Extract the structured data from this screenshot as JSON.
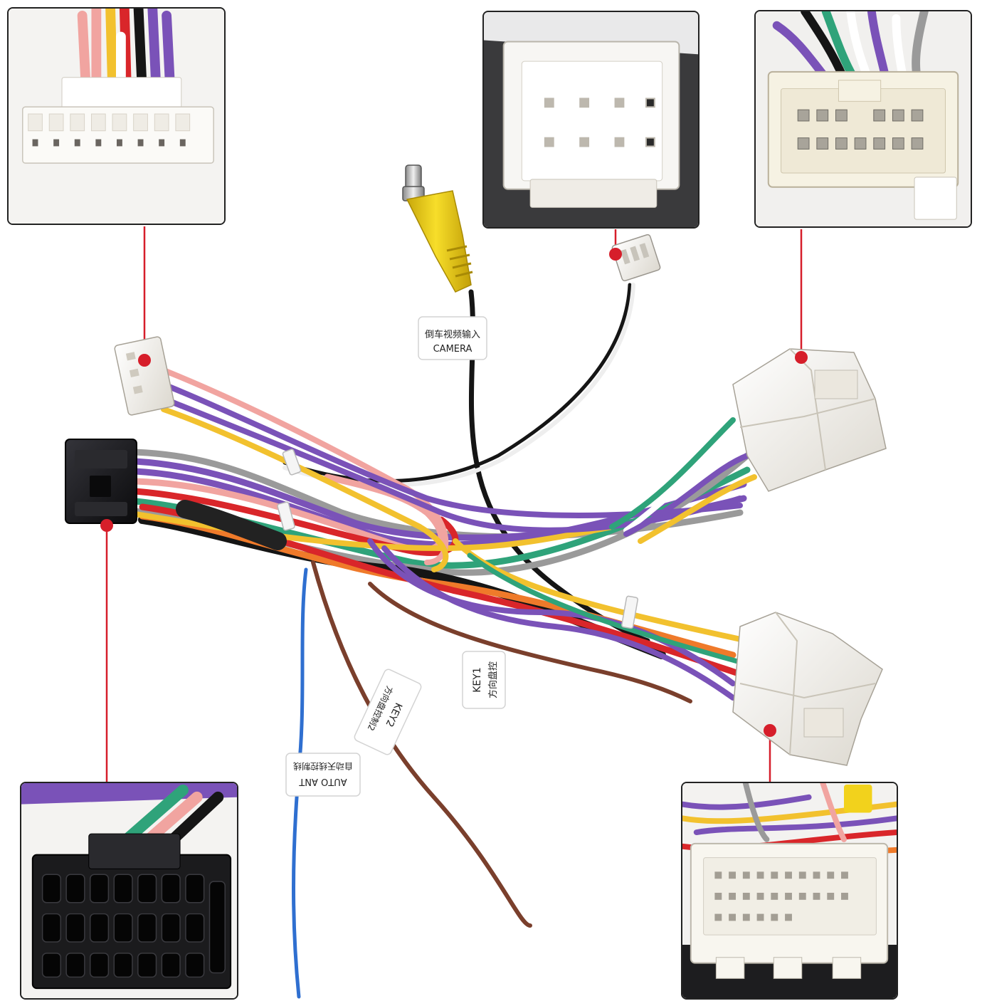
{
  "labels": {
    "camera_cn": "倒车视频输入",
    "camera_en": "CAMERA",
    "key1_en": "KEY1",
    "key1_cn": "方向盘控",
    "key2_en": "KEY2",
    "key2_cn": "方向盘控制2",
    "auto_ant_en": "AUTO  ANT",
    "auto_ant_cn": "自动天线控制线"
  },
  "colors": {
    "callout": "#d61e2a",
    "connector_white": "#f2efe8",
    "connector_black": "#1b1b1d",
    "wire_purple": "#7a52b8",
    "wire_pink": "#f1a4a0",
    "wire_red": "#d9262a",
    "wire_orange": "#ef7a2a",
    "wire_yellow": "#f2c12e",
    "wire_green": "#2fa37a",
    "wire_blue": "#2f6fd0",
    "wire_brown": "#7a3f2c",
    "wire_black": "#151515",
    "wire_gray": "#9a9a9a",
    "rca_yellow": "#f2d21c"
  },
  "insets": [
    {
      "id": "small-white-connector-closeup"
    },
    {
      "id": "16-pin-white-connector-closeup"
    },
    {
      "id": "dual-row-terminal-connector-closeup"
    },
    {
      "id": "black-iso-connector-closeup"
    },
    {
      "id": "multi-pin-white-connector-closeup"
    }
  ]
}
